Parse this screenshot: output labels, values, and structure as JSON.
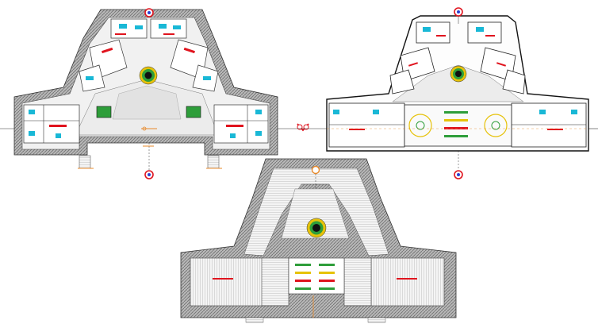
{
  "drawing": {
    "views": [
      {
        "id": "plan-left",
        "kind": "floor-plan"
      },
      {
        "id": "plan-right",
        "kind": "floor-plan"
      },
      {
        "id": "plan-bottom",
        "kind": "roof-plan"
      }
    ]
  },
  "colors": {
    "background": "#ffffff",
    "wall_fill": "#9a9a9a",
    "hatch": "#7a7a7a",
    "line": "#222222",
    "accent_red": "#e0141e",
    "accent_cyan": "#19b8d6",
    "accent_green": "#2e9e3a",
    "accent_yellow": "#e6c20a",
    "accent_orange": "#e7892a",
    "marker_blue": "#2a3fd1",
    "light_floor": "#ececec"
  },
  "icons": [
    "section-marker-icon",
    "north-arrow-icon",
    "planter-icon",
    "level-mark-icon"
  ]
}
